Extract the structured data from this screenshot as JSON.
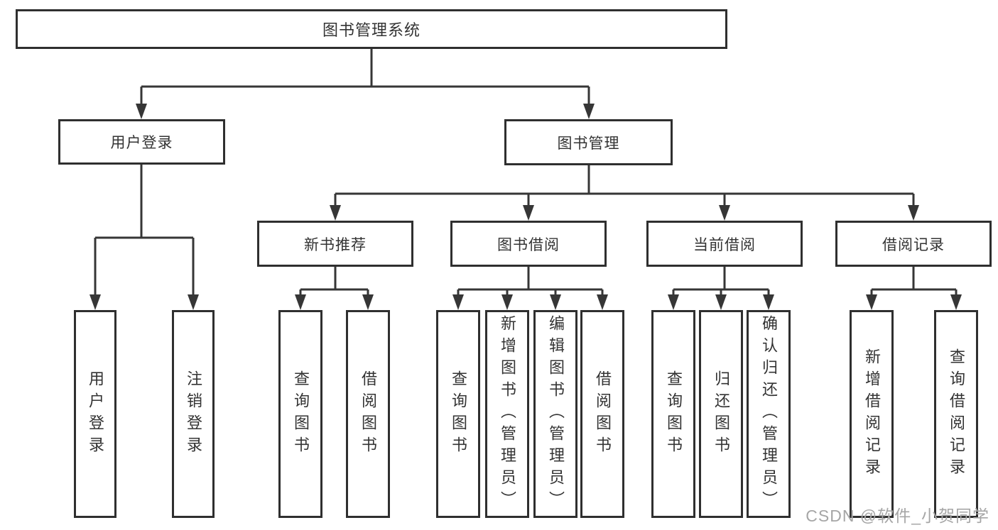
{
  "diagram": {
    "root": "图书管理系统",
    "level2": {
      "user_login": "用户登录",
      "book_management": "图书管理"
    },
    "level3": {
      "new_book": "新书推荐",
      "book_borrow": "图书借阅",
      "current_borrow": "当前借阅",
      "borrow_record": "借阅记录"
    },
    "leaves": {
      "user_login": [
        "用户登录",
        "注销登录"
      ],
      "new_book": [
        "查询图书",
        "借阅图书"
      ],
      "book_borrow": [
        "查询图书",
        "新增图书（管理员）",
        "编辑图书（管理员）",
        "借阅图书"
      ],
      "current_borrow": [
        "查询图书",
        "归还图书",
        "确认归还（管理员）"
      ],
      "borrow_record": [
        "新增借阅记录",
        "查询借阅记录"
      ]
    }
  },
  "watermark": "CSDN @软件_小贺同学",
  "colors": {
    "line": "#363636",
    "border": "#2f2f2f",
    "text": "#333333",
    "watermark": "#a6a6a6",
    "background": "#ffffff"
  }
}
